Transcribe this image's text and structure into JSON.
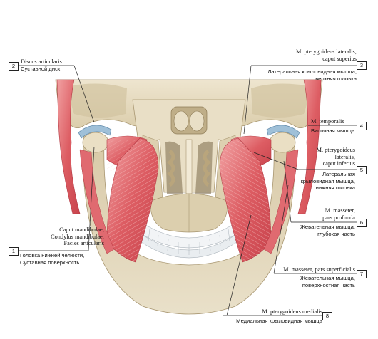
{
  "labels": [
    {
      "number": "1",
      "latin": [
        "Caput mandibulae;",
        "Condylus mandibulae;",
        "Facies articularis"
      ],
      "russian": [
        "Головка нижней челюсти,",
        "Суставная поверхность"
      ]
    },
    {
      "number": "2",
      "latin": [
        "Discus articularis"
      ],
      "russian": [
        "Суставной диск"
      ]
    },
    {
      "number": "3",
      "latin": [
        "M. pterygoideus lateralis;",
        "caput superius"
      ],
      "russian": [
        "Латеральная крыловидная мышца,",
        "верхняя головка"
      ]
    },
    {
      "number": "4",
      "latin": [
        "M. temporalis"
      ],
      "russian": [
        "Височная мышца"
      ]
    },
    {
      "number": "5",
      "latin": [
        "M. pterygoideus",
        "lateralis,",
        "caput inferius"
      ],
      "russian": [
        "Латеральная",
        "крыловидная мышца,",
        "нижняя головка"
      ]
    },
    {
      "number": "6",
      "latin": [
        "M. masseter,",
        "pars profunda"
      ],
      "russian": [
        "Жевательная мышца,",
        "глубокая часть"
      ]
    },
    {
      "number": "7",
      "latin": [
        "M. masseter, pars superficialis"
      ],
      "russian": [
        "Жевательная мышца,",
        "поверхностная часть"
      ]
    },
    {
      "number": "8",
      "latin": [
        "M. pterygoideus medialis"
      ],
      "russian": [
        "Медиальная крыловидная мышца"
      ]
    }
  ],
  "colors": {
    "bone": "#e6dcc2",
    "bone_shade": "#c9b993",
    "muscle": "#d9545c",
    "muscle_light": "#ef9a9c",
    "disc": "#9fc0d8",
    "teeth": "#f2f4f6"
  }
}
